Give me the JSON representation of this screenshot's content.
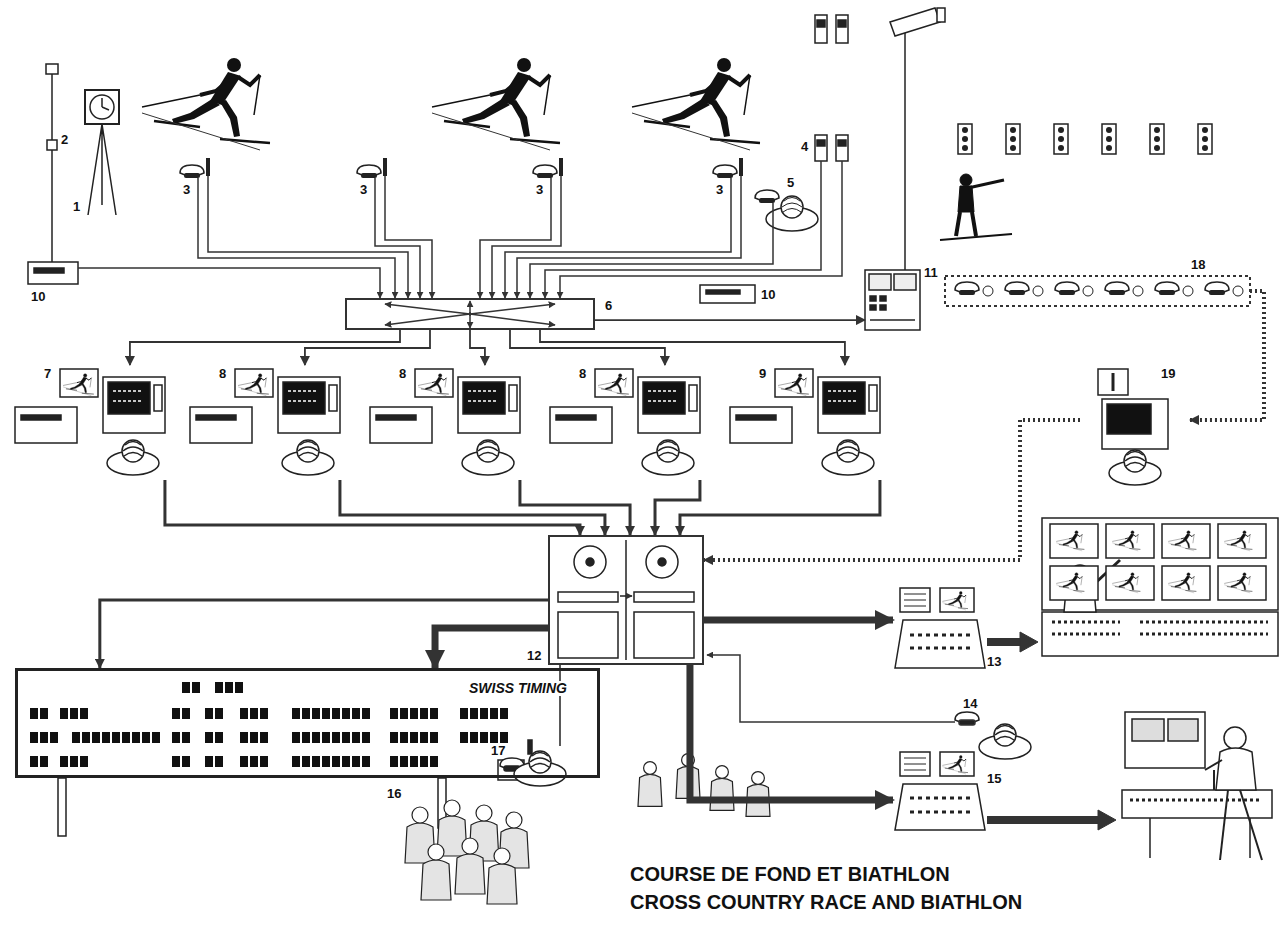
{
  "diagram": {
    "title": "COURSE DE FOND ET BIATHLON",
    "caption": "CROSS COUNTRY RACE AND BIATHLON",
    "nodes": [
      {
        "text": [
          "6"
        ]
      },
      {
        "text": [
          "7"
        ]
      },
      {
        "text": [
          "8"
        ]
      },
      {
        "text": [
          "8"
        ]
      },
      {
        "text": [
          "8"
        ]
      },
      {
        "text": [
          "9"
        ]
      },
      {
        "text": [
          "11"
        ]
      },
      {
        "text": [
          "19"
        ]
      },
      {
        "text": [
          "12"
        ]
      },
      {
        "text": [
          "SWISS TIMING",
          "16"
        ]
      },
      {
        "text": [
          "13"
        ]
      },
      {
        "text": [
          "15"
        ]
      },
      {
        "text": [
          "18"
        ]
      }
    ],
    "edges": [
      {
        "from": 0,
        "to": 6,
        "arrow": "to"
      },
      {
        "from": 0,
        "to": 1,
        "arrow": "to"
      },
      {
        "from": 0,
        "to": 2,
        "arrow": "to"
      },
      {
        "from": 0,
        "to": 3,
        "arrow": "to"
      },
      {
        "from": 0,
        "to": 4,
        "arrow": "to"
      },
      {
        "from": 0,
        "to": 5,
        "arrow": "to"
      },
      {
        "from": 1,
        "to": 8,
        "arrow": "to"
      },
      {
        "from": 2,
        "to": 8,
        "arrow": "to"
      },
      {
        "from": 3,
        "to": 8,
        "arrow": "to"
      },
      {
        "from": 4,
        "to": 8,
        "arrow": "to"
      },
      {
        "from": 5,
        "to": 8,
        "arrow": "to"
      },
      {
        "from": 7,
        "to": 8,
        "arrow": "to"
      },
      {
        "from": 12,
        "to": 7,
        "arrow": "to"
      },
      {
        "from": 8,
        "to": 9,
        "arrow": "to"
      },
      {
        "from": 8,
        "to": 9,
        "arrow": "to"
      },
      {
        "from": 8,
        "to": 10,
        "arrow": "to"
      },
      {
        "from": 8,
        "to": 11,
        "arrow": "to"
      }
    ],
    "labels": [
      "1",
      "2",
      "3",
      "3",
      "3",
      "3",
      "4",
      "5",
      "10",
      "10",
      "14",
      "17"
    ]
  }
}
